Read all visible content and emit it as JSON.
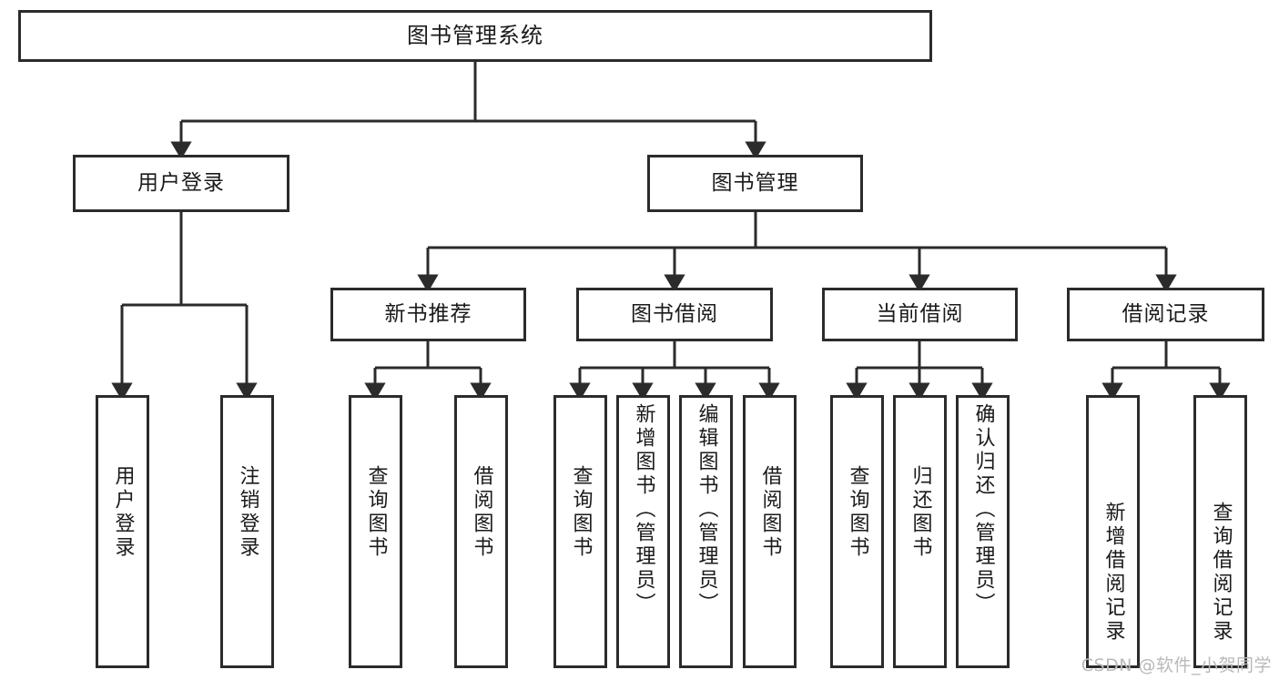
{
  "diagram": {
    "type": "tree",
    "title": "图书管理系统",
    "orientation": "top-down",
    "colors": {
      "box_border": "#2b2b2b",
      "box_fill": "#ffffff",
      "link": "#2b2b2b",
      "text": "#1a1a1a",
      "watermark": "#b9b9b9",
      "background": "#ffffff"
    }
  },
  "watermark": "CSDN @软件_小贺同学",
  "nodes": {
    "root": {
      "label": "图书管理系统"
    },
    "level2": [
      {
        "label": "用户登录"
      },
      {
        "label": "图书管理"
      }
    ],
    "level3": [
      {
        "label": "新书推荐"
      },
      {
        "label": "图书借阅"
      },
      {
        "label": "当前借阅"
      },
      {
        "label": "借阅记录"
      }
    ],
    "leaves": {
      "user_login": [
        {
          "label": "用户登录"
        },
        {
          "label": "注销登录"
        }
      ],
      "new_book_recommend": [
        {
          "label": "查询图书"
        },
        {
          "label": "借阅图书"
        }
      ],
      "book_borrow": [
        {
          "label": "查询图书"
        },
        {
          "label": "新增图书（管理员）"
        },
        {
          "label": "编辑图书（管理员）"
        },
        {
          "label": "借阅图书"
        }
      ],
      "current_borrow": [
        {
          "label": "查询图书"
        },
        {
          "label": "归还图书"
        },
        {
          "label": "确认归还（管理员）"
        }
      ],
      "borrow_record": [
        {
          "label": "新增借阅记录"
        },
        {
          "label": "查询借阅记录"
        }
      ]
    }
  }
}
